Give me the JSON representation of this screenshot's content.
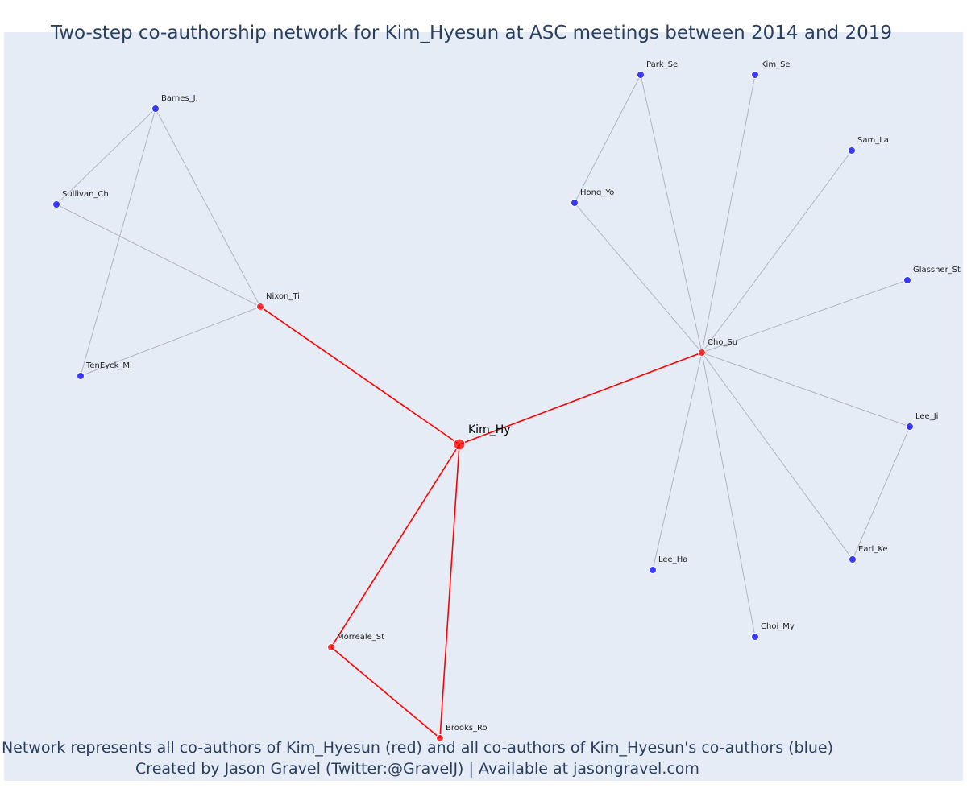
{
  "title": "Two-step co-authorship network for Kim_Hyesun at ASC meetings between 2014 and 2019",
  "footer": {
    "line1": "Network represents all co-authors of Kim_Hyesun (red) and all co-authors of Kim_Hyesun's co-authors (blue)",
    "line2": "Created by Jason Gravel (Twitter:@GravelJ) | Available at jasongravel.com"
  },
  "colors": {
    "background": "#e5ecf6",
    "focal": "#ff0000",
    "coauthor": "#ff0000",
    "second_step": "#0000ff",
    "coauthor_edge": "#ff0000",
    "second_step_edge": "#b0b4c4",
    "text": "#2a3f5f"
  },
  "network": {
    "nodes": [
      {
        "id": "Kim_Hy",
        "label": "Kim_Hy",
        "group": "focal"
      },
      {
        "id": "Nixon_Ti",
        "label": "Nixon_Ti",
        "group": "coauthor"
      },
      {
        "id": "Cho_Su",
        "label": "Cho_Su",
        "group": "coauthor"
      },
      {
        "id": "Morreale_St",
        "label": "Morreale_St",
        "group": "coauthor"
      },
      {
        "id": "Brooks_Ro",
        "label": "Brooks_Ro",
        "group": "coauthor"
      },
      {
        "id": "Barnes_J",
        "label": "Barnes_J.",
        "group": "second_step"
      },
      {
        "id": "Sullivan_Ch",
        "label": "Sullivan_Ch",
        "group": "second_step"
      },
      {
        "id": "TenEyck_Mi",
        "label": "TenEyck_Mi",
        "group": "second_step"
      },
      {
        "id": "Park_Se",
        "label": "Park_Se",
        "group": "second_step"
      },
      {
        "id": "Kim_Se",
        "label": "Kim_Se",
        "group": "second_step"
      },
      {
        "id": "Sam_La",
        "label": "Sam_La",
        "group": "second_step"
      },
      {
        "id": "Hong_Yo",
        "label": "Hong_Yo",
        "group": "second_step"
      },
      {
        "id": "Glassner_St",
        "label": "Glassner_St",
        "group": "second_step"
      },
      {
        "id": "Lee_Ji",
        "label": "Lee_Ji",
        "group": "second_step"
      },
      {
        "id": "Earl_Ke",
        "label": "Earl_Ke",
        "group": "second_step"
      },
      {
        "id": "Lee_Ha",
        "label": "Lee_Ha",
        "group": "second_step"
      },
      {
        "id": "Choi_My",
        "label": "Choi_My",
        "group": "second_step"
      }
    ],
    "edges": [
      {
        "source": "Kim_Hy",
        "target": "Nixon_Ti",
        "type": "coauthor"
      },
      {
        "source": "Kim_Hy",
        "target": "Cho_Su",
        "type": "coauthor"
      },
      {
        "source": "Kim_Hy",
        "target": "Morreale_St",
        "type": "coauthor"
      },
      {
        "source": "Kim_Hy",
        "target": "Brooks_Ro",
        "type": "coauthor"
      },
      {
        "source": "Morreale_St",
        "target": "Brooks_Ro",
        "type": "coauthor"
      },
      {
        "source": "Nixon_Ti",
        "target": "Barnes_J",
        "type": "second_step"
      },
      {
        "source": "Nixon_Ti",
        "target": "Sullivan_Ch",
        "type": "second_step"
      },
      {
        "source": "Nixon_Ti",
        "target": "TenEyck_Mi",
        "type": "second_step"
      },
      {
        "source": "Barnes_J",
        "target": "Sullivan_Ch",
        "type": "second_step"
      },
      {
        "source": "Barnes_J",
        "target": "TenEyck_Mi",
        "type": "second_step"
      },
      {
        "source": "Cho_Su",
        "target": "Park_Se",
        "type": "second_step"
      },
      {
        "source": "Cho_Su",
        "target": "Kim_Se",
        "type": "second_step"
      },
      {
        "source": "Cho_Su",
        "target": "Sam_La",
        "type": "second_step"
      },
      {
        "source": "Cho_Su",
        "target": "Hong_Yo",
        "type": "second_step"
      },
      {
        "source": "Cho_Su",
        "target": "Glassner_St",
        "type": "second_step"
      },
      {
        "source": "Cho_Su",
        "target": "Lee_Ji",
        "type": "second_step"
      },
      {
        "source": "Cho_Su",
        "target": "Earl_Ke",
        "type": "second_step"
      },
      {
        "source": "Cho_Su",
        "target": "Lee_Ha",
        "type": "second_step"
      },
      {
        "source": "Cho_Su",
        "target": "Choi_My",
        "type": "second_step"
      },
      {
        "source": "Park_Se",
        "target": "Hong_Yo",
        "type": "second_step"
      },
      {
        "source": "Lee_Ji",
        "target": "Earl_Ke",
        "type": "second_step"
      }
    ]
  }
}
